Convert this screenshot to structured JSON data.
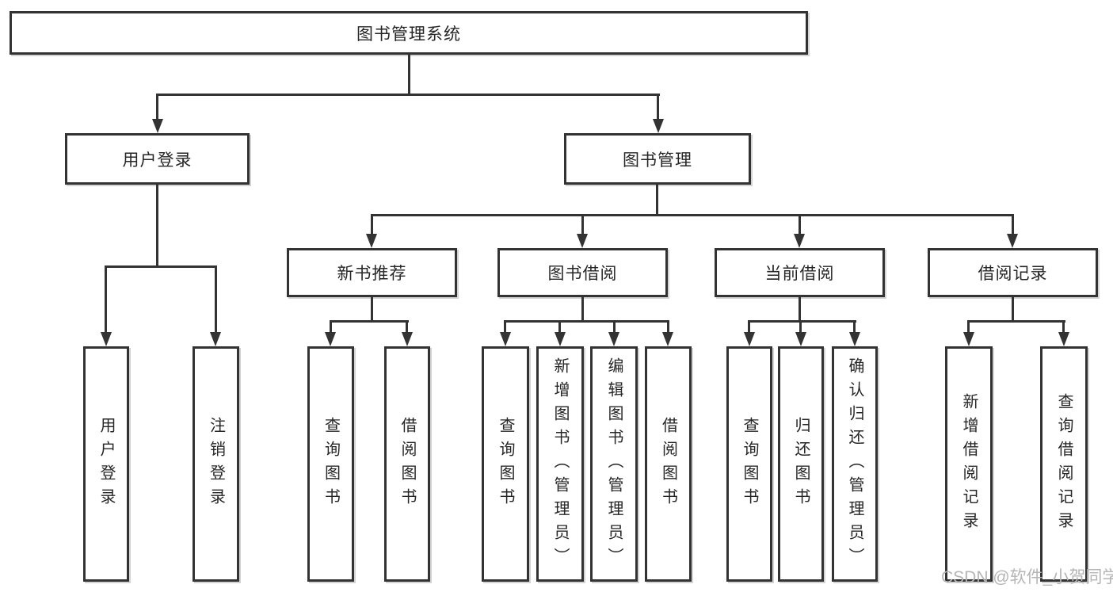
{
  "tree": {
    "root": {
      "label": "图书管理系统"
    },
    "branches": [
      {
        "label": "用户登录",
        "children": [
          {
            "label": "用户登录"
          },
          {
            "label": "注销登录"
          }
        ]
      },
      {
        "label": "图书管理",
        "children": [
          {
            "label": "新书推荐",
            "children": [
              {
                "label": "查询图书"
              },
              {
                "label": "借阅图书"
              }
            ]
          },
          {
            "label": "图书借阅",
            "children": [
              {
                "label": "查询图书"
              },
              {
                "label": "新增图书（管理员）"
              },
              {
                "label": "编辑图书（管理员）"
              },
              {
                "label": "借阅图书"
              }
            ]
          },
          {
            "label": "当前借阅",
            "children": [
              {
                "label": "查询图书"
              },
              {
                "label": "归还图书"
              },
              {
                "label": "确认归还（管理员）"
              }
            ]
          },
          {
            "label": "借阅记录",
            "children": [
              {
                "label": "新增借阅记录"
              },
              {
                "label": "查询借阅记录"
              }
            ]
          }
        ]
      }
    ]
  },
  "watermark": {
    "text": "CSDN @软件_小贺同学"
  },
  "colors": {
    "line": "#333333",
    "box_border": "#333333",
    "text": "#262626",
    "background": "#ffffff",
    "watermark": "#b5b5b5"
  }
}
